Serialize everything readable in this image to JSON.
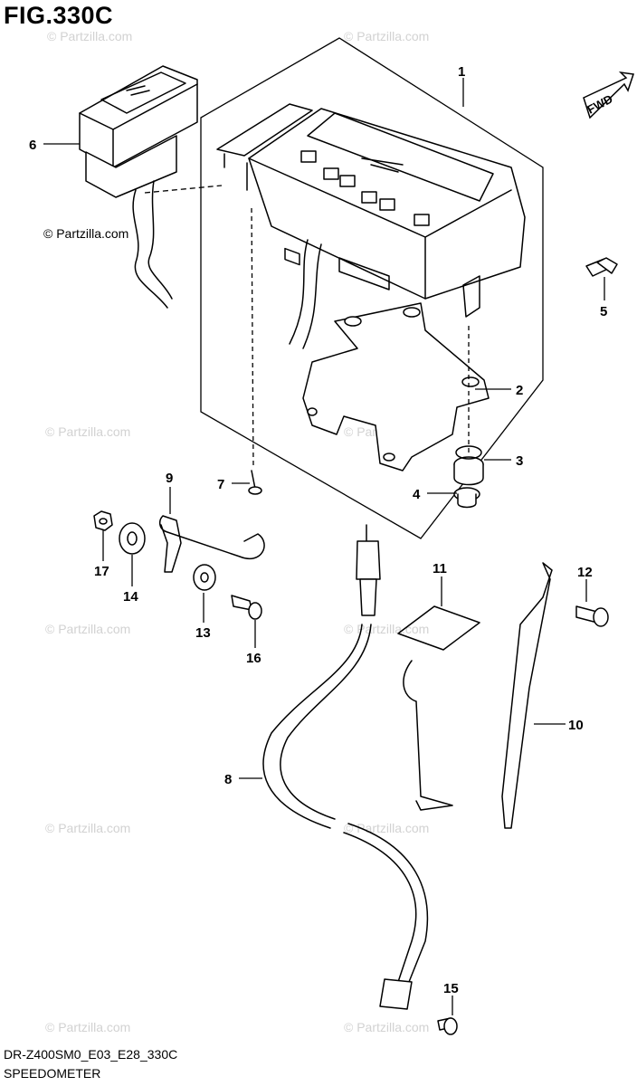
{
  "figure": {
    "title": "FIG.330C",
    "code": "DR-Z400SM0_E03_E28_330C",
    "name": "SPEEDOMETER"
  },
  "watermark": "© Partzilla.com",
  "fwd_label": "FWD",
  "callouts": [
    "1",
    "2",
    "3",
    "4",
    "5",
    "6",
    "7",
    "8",
    "9",
    "10",
    "11",
    "12",
    "13",
    "14",
    "15",
    "16",
    "17"
  ]
}
